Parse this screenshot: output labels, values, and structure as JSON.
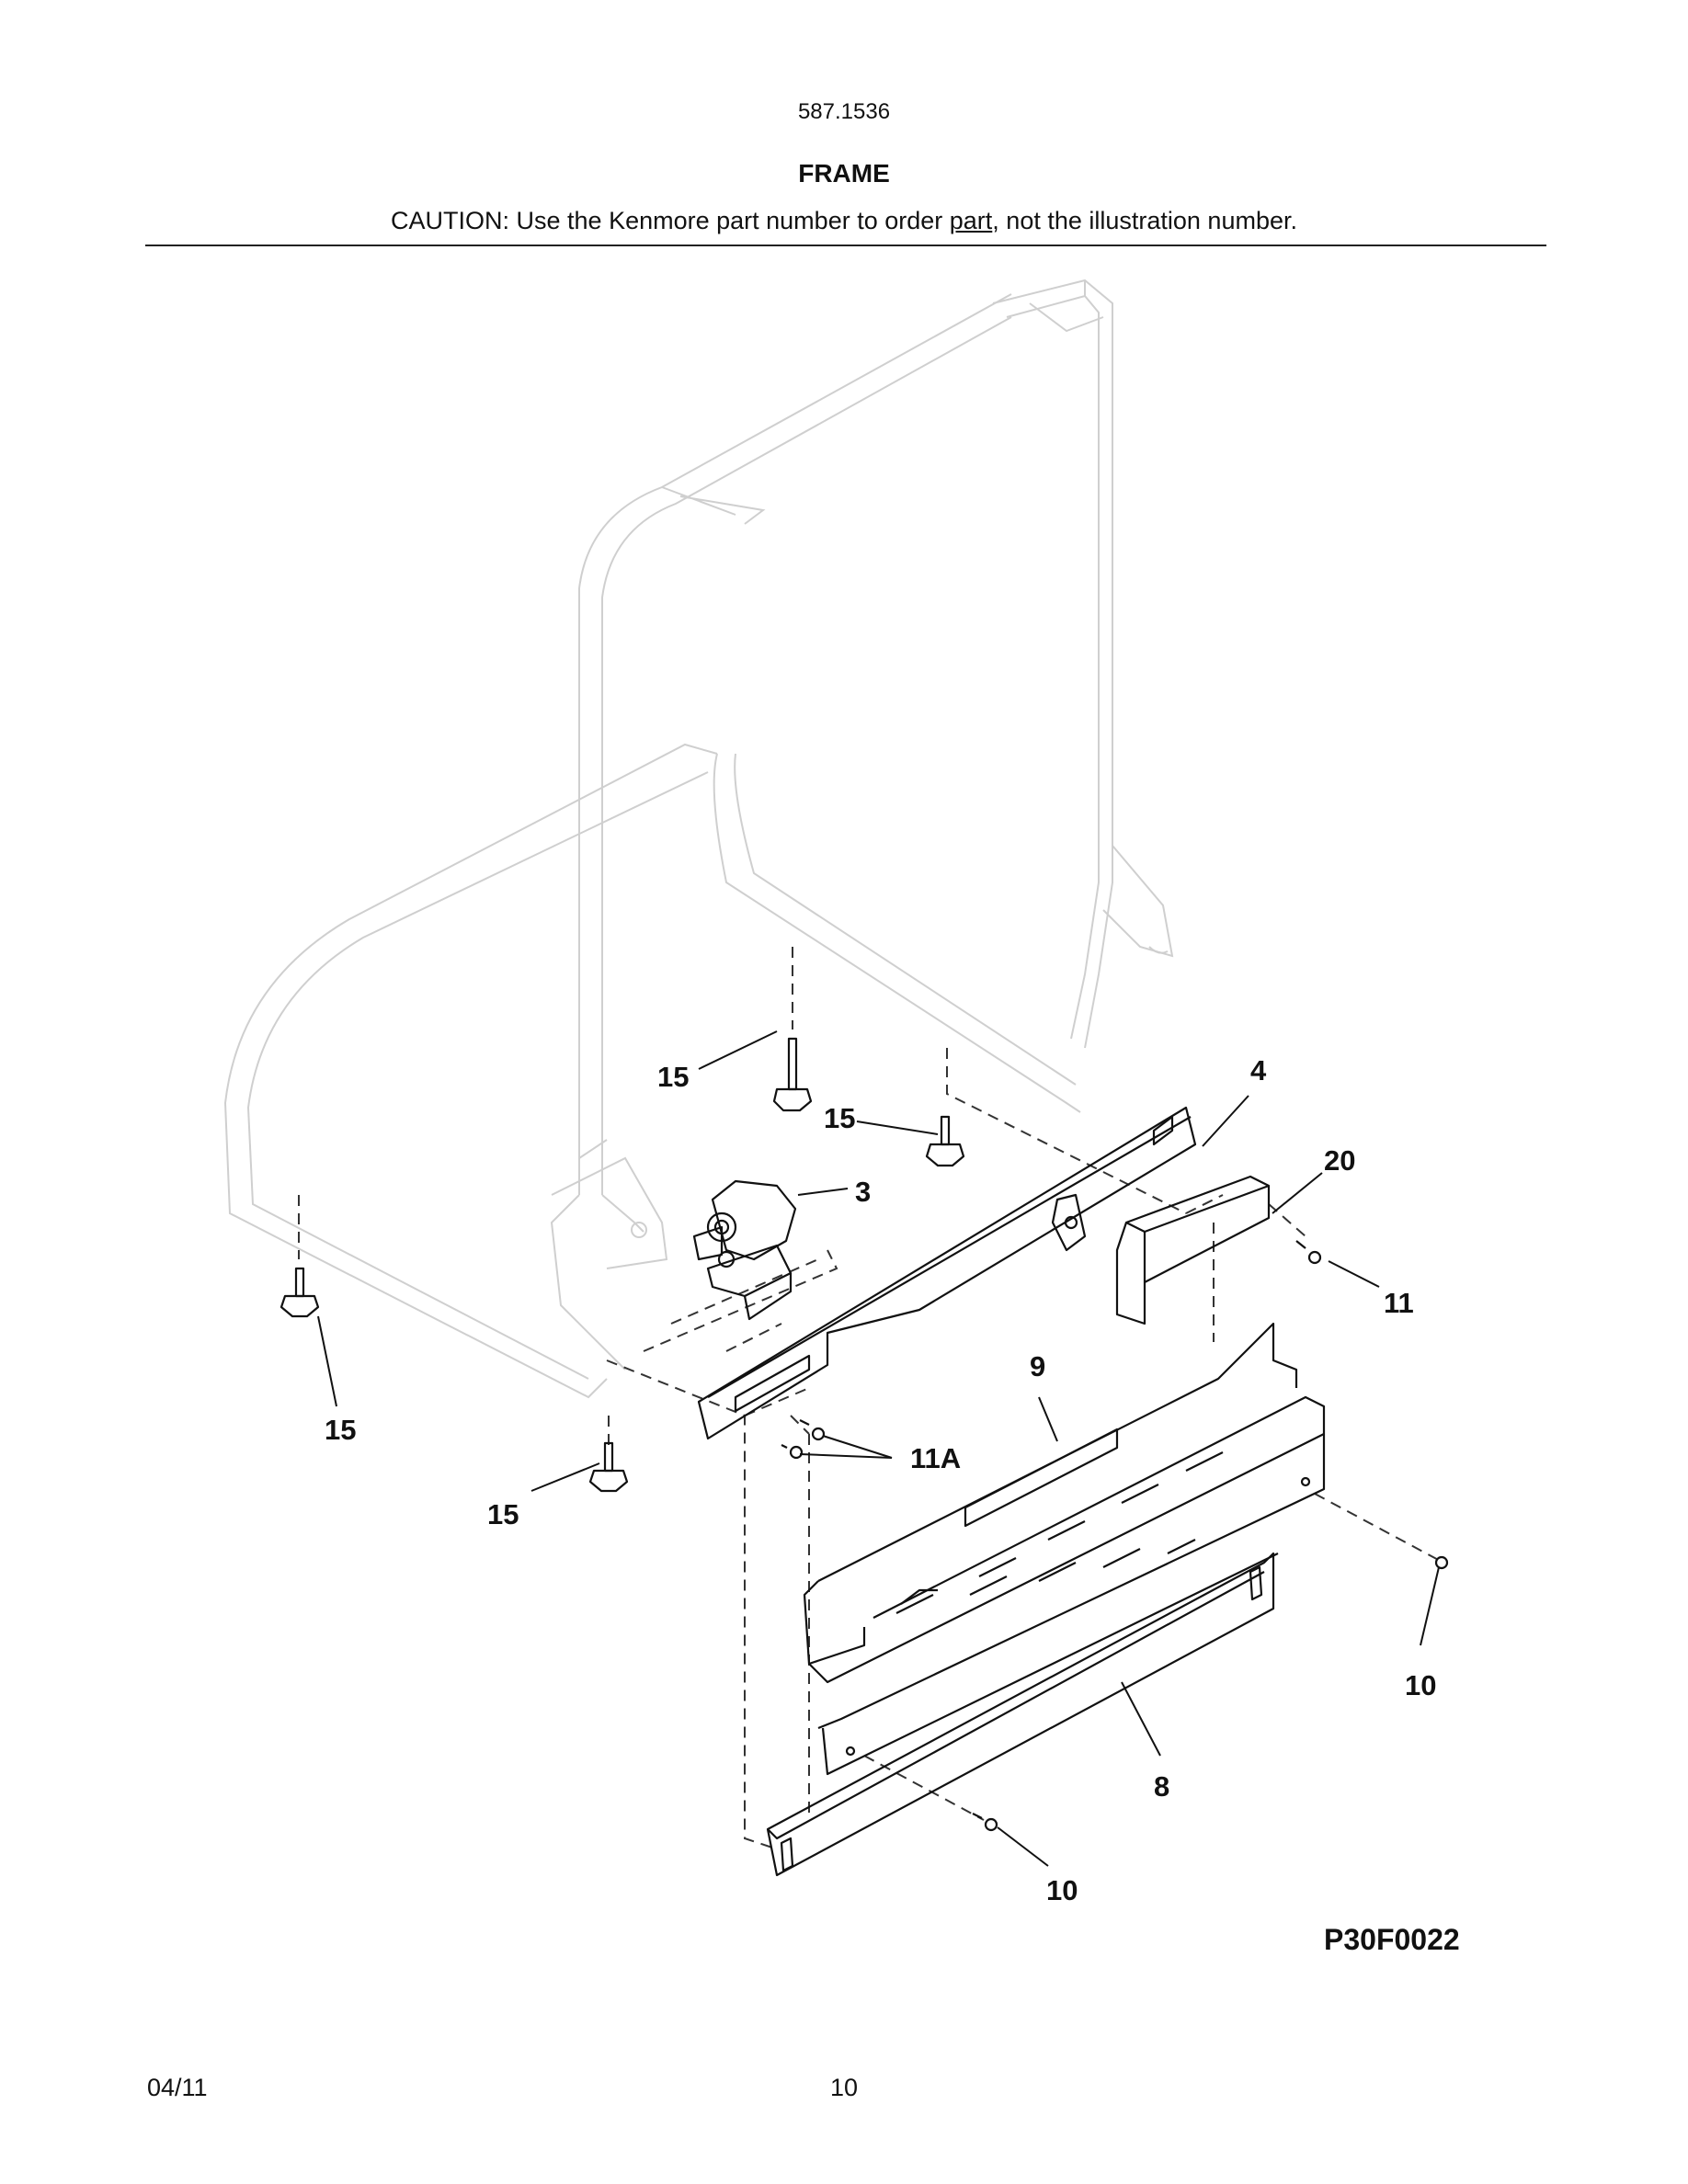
{
  "header": {
    "model_number": "587.1536",
    "title": "FRAME",
    "caution_prefix": "CAUTION: Use the Kenmore part number to order ",
    "caution_underlined": "part",
    "caution_suffix": ", not the illustration number."
  },
  "callouts": {
    "c15a": "15",
    "c15b": "15",
    "c15c": "15",
    "c15d": "15",
    "c3": "3",
    "c4": "4",
    "c20": "20",
    "c11": "11",
    "c9": "9",
    "c11a": "11A",
    "c10a": "10",
    "c10b": "10",
    "c8": "8"
  },
  "figure_id": "P30F0022",
  "footer": {
    "date": "04/11",
    "page": "10"
  }
}
